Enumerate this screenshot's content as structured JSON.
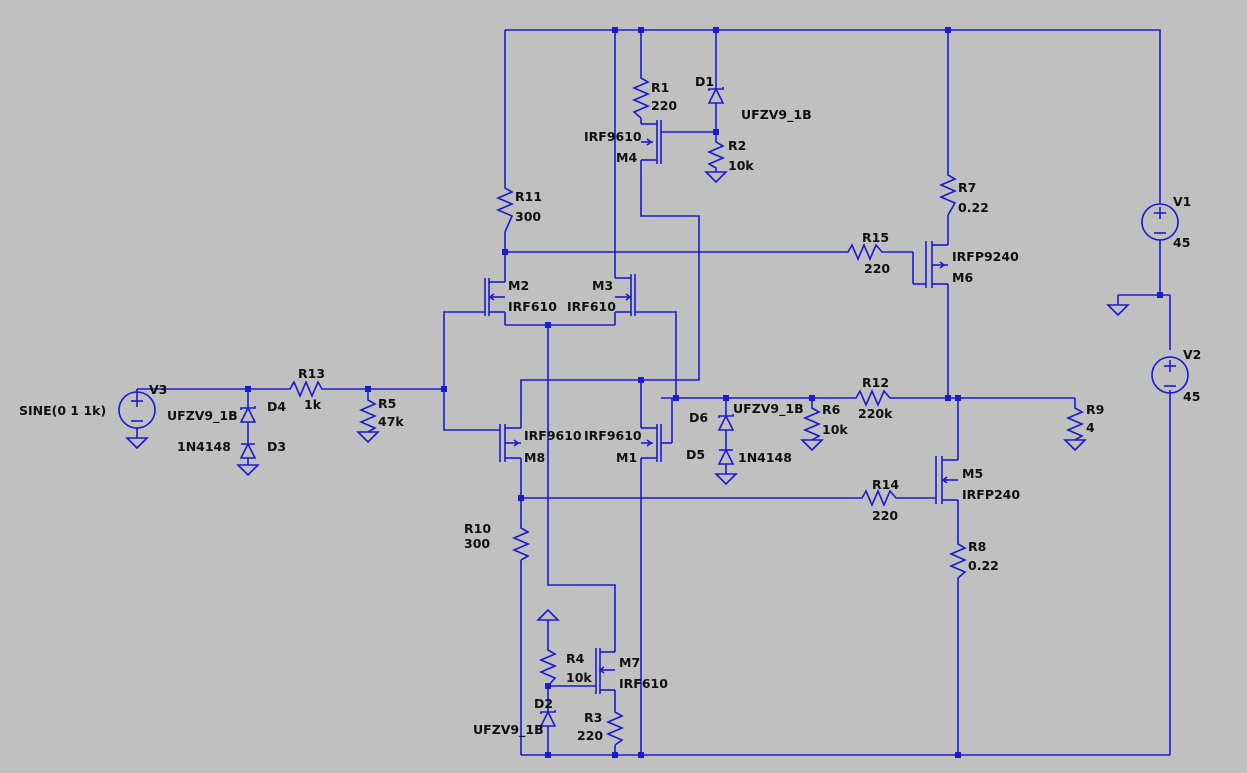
{
  "colors": {
    "background": "#c0c0c0",
    "wire": "#1a1acf",
    "text": "#111111"
  },
  "components": {
    "R1": {
      "ref": "R1",
      "value": "220"
    },
    "R2": {
      "ref": "R2",
      "value": "10k"
    },
    "R3": {
      "ref": "R3",
      "value": "220"
    },
    "R4": {
      "ref": "R4",
      "value": "10k"
    },
    "R5": {
      "ref": "R5",
      "value": "47k"
    },
    "R6": {
      "ref": "R6",
      "value": "10k"
    },
    "R7": {
      "ref": "R7",
      "value": "0.22"
    },
    "R8": {
      "ref": "R8",
      "value": "0.22"
    },
    "R9": {
      "ref": "R9",
      "value": "4"
    },
    "R10": {
      "ref": "R10",
      "value": "300"
    },
    "R11": {
      "ref": "R11",
      "value": "300"
    },
    "R12": {
      "ref": "R12",
      "value": "220k"
    },
    "R13": {
      "ref": "R13",
      "value": "1k"
    },
    "R14": {
      "ref": "R14",
      "value": "220"
    },
    "R15": {
      "ref": "R15",
      "value": "220"
    },
    "M1": {
      "ref": "M1",
      "value": "IRF9610"
    },
    "M2": {
      "ref": "M2",
      "value": "IRF610"
    },
    "M3": {
      "ref": "M3",
      "value": "IRF610"
    },
    "M4": {
      "ref": "M4",
      "value": "IRF9610"
    },
    "M5": {
      "ref": "M5",
      "value": "IRFP240"
    },
    "M6": {
      "ref": "M6",
      "value": "IRFP9240"
    },
    "M7": {
      "ref": "M7",
      "value": "IRF610"
    },
    "M8": {
      "ref": "M8",
      "value": "IRF9610"
    },
    "D1": {
      "ref": "D1",
      "value": "UFZV9_1B"
    },
    "D2": {
      "ref": "D2",
      "value": "UFZV9_1B"
    },
    "D3": {
      "ref": "D3",
      "value": "1N4148"
    },
    "D4": {
      "ref": "D4",
      "value": "UFZV9_1B"
    },
    "D5": {
      "ref": "D5",
      "value": "1N4148"
    },
    "D6": {
      "ref": "D6",
      "value": "UFZV9_1B"
    },
    "V1": {
      "ref": "V1",
      "value": "45"
    },
    "V2": {
      "ref": "V2",
      "value": "45"
    },
    "V3": {
      "ref": "V3",
      "value": "SINE(0 1 1k)"
    }
  }
}
